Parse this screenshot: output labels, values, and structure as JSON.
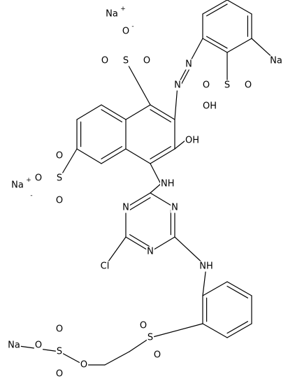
{
  "molecule": {
    "ions": {
      "na_plus_top": "Na",
      "na_plus_left": "Na",
      "plus_sign": "+",
      "minus_sign": "-"
    },
    "atoms": {
      "na_ring": "Na",
      "oh_naphthol": "OH",
      "oh_sulfonic": "OH",
      "nh_upper": "NH",
      "nh_lower": "NH",
      "n_azo_1": "N",
      "n_azo_2": "N",
      "n_triazine_1": "N",
      "n_triazine_2": "N",
      "n_triazine_3": "N",
      "cl": "Cl",
      "s1": "S",
      "s2": "S",
      "s3": "S",
      "s4": "S",
      "s5": "S",
      "o_s1_a": "O",
      "o_s1_b": "O",
      "o_s1_c": "O",
      "o_s2_a": "O",
      "o_s2_b": "O",
      "o_s3_a": "O",
      "o_s3_b": "O",
      "o_s3_c": "O",
      "o_s4_a": "O",
      "o_s4_b": "O",
      "o_s5_a": "O",
      "o_s5_b": "O",
      "o_s5_c": "O",
      "o_ester": "O",
      "na_sulfate": "Na"
    }
  }
}
